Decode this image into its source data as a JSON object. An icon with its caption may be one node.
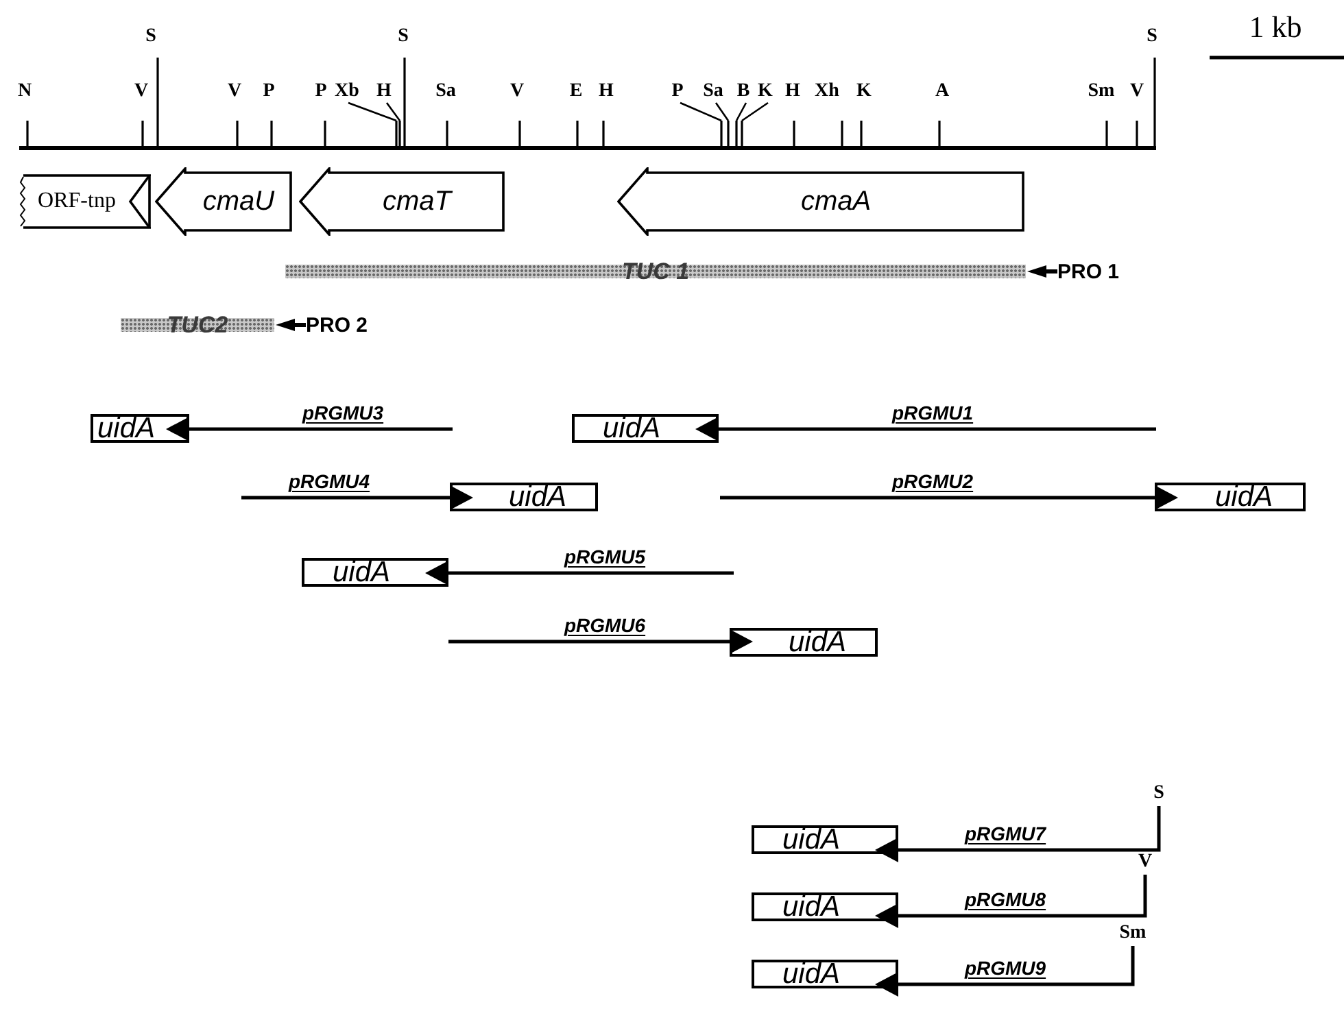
{
  "diagram": {
    "nodes": [
      {
        "text": [
          "ORF-tnp"
        ]
      },
      {
        "text": [
          "cmaU"
        ]
      },
      {
        "text": [
          "cmaT"
        ]
      },
      {
        "text": [
          "cmaA"
        ]
      },
      {
        "text": [
          "TUC 1"
        ],
        "beside": [
          "PRO 1"
        ]
      },
      {
        "text": [
          "TUC2"
        ],
        "beside": [
          "PRO 2"
        ]
      },
      {
        "text": [
          "uidA"
        ]
      },
      {
        "text": [
          "uidA"
        ]
      },
      {
        "text": [
          "uidA"
        ]
      },
      {
        "text": [
          "uidA"
        ]
      },
      {
        "text": [
          "uidA"
        ]
      },
      {
        "text": [
          "uidA"
        ]
      },
      {
        "text": [
          "uidA"
        ]
      },
      {
        "text": [
          "uidA"
        ]
      },
      {
        "text": [
          "uidA"
        ]
      },
      {
        "text": [
          "S"
        ]
      },
      {
        "text": [
          "V"
        ]
      },
      {
        "text": [
          "Sm"
        ]
      }
    ],
    "edges": [
      {
        "from": null,
        "to": 6,
        "arrow": "to",
        "label": "pRGMU3"
      },
      {
        "from": null,
        "to": 7,
        "arrow": "to",
        "label": "pRGMU1"
      },
      {
        "from": null,
        "to": 8,
        "arrow": "to",
        "label": "pRGMU4"
      },
      {
        "from": null,
        "to": 9,
        "arrow": "to",
        "label": "pRGMU2"
      },
      {
        "from": null,
        "to": 10,
        "arrow": "to",
        "label": "pRGMU5"
      },
      {
        "from": null,
        "to": 11,
        "arrow": "to",
        "label": "pRGMU6"
      },
      {
        "from": 15,
        "to": 12,
        "arrow": "to",
        "label": "pRGMU7"
      },
      {
        "from": 16,
        "to": 13,
        "arrow": "to",
        "label": "pRGMU8"
      },
      {
        "from": 17,
        "to": 14,
        "arrow": "to",
        "label": "pRGMU9"
      }
    ],
    "labels": [
      "S",
      "S",
      "S",
      "1 kb",
      "N",
      "V",
      "V",
      "P",
      "P",
      "Xb",
      "H",
      "Sa",
      "V",
      "E",
      "H",
      "P",
      "Sa",
      "B",
      "K",
      "H",
      "Xh",
      "K",
      "A",
      "Sm",
      "V"
    ]
  }
}
